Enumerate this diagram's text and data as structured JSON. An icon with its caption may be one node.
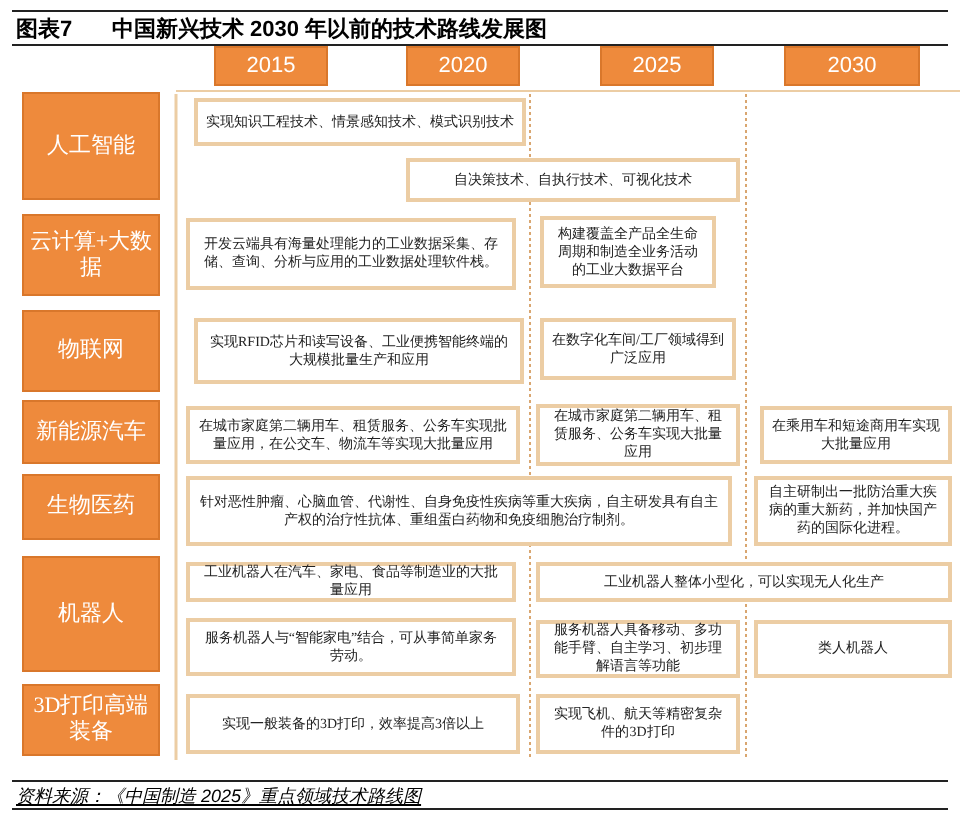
{
  "diagram": {
    "title": "中国新兴技术 2030 年以前的技术路线发展图",
    "caption": "资料来源：《中国制造 2025》重点领域技术路线图",
    "labels": [
      "图表7"
    ],
    "nodes": [
      {
        "text": [
          "2015"
        ]
      },
      {
        "text": [
          "2020"
        ]
      },
      {
        "text": [
          "2025"
        ]
      },
      {
        "text": [
          "2030"
        ]
      },
      {
        "text": [
          "人工智能"
        ]
      },
      {
        "text": [
          "实现知识工程技术、情景感知技术、模式识别技术"
        ]
      },
      {
        "text": [
          "自决策技术、自执行技术、可视化技术"
        ]
      },
      {
        "text": [
          "云计算+大数据"
        ]
      },
      {
        "text": [
          "开发云端具有海量处理能力的工业数据采集、存储、查询、分析与应用的工业数据处理软件栈。"
        ]
      },
      {
        "text": [
          "构建覆盖全产品全生命周期和制造全业务活动的工业大数据平台"
        ]
      },
      {
        "text": [
          "物联网"
        ]
      },
      {
        "text": [
          "实现RFID芯片和读写设备、工业便携智能终端的大规模批量生产和应用"
        ]
      },
      {
        "text": [
          "在数字化车间/工厂领域得到广泛应用"
        ]
      },
      {
        "text": [
          "新能源汽车"
        ]
      },
      {
        "text": [
          "在城市家庭第二辆用车、租赁服务、公务车实现批量应用，在公交车、物流车等实现大批量应用"
        ]
      },
      {
        "text": [
          "在城市家庭第二辆用车、租赁服务、公务车实现大批量应用"
        ]
      },
      {
        "text": [
          "在乘用车和短途商用车实现大批量应用"
        ]
      },
      {
        "text": [
          "生物医药"
        ]
      },
      {
        "text": [
          "针对恶性肿瘤、心脑血管、代谢性、自身免疫性疾病等重大疾病，自主研发具有自主产权的治疗性抗体、重组蛋白药物和免疫细胞治疗制剂。"
        ]
      },
      {
        "text": [
          "自主研制出一批防治重大疾病的重大新药，并加快国产药的国际化进程。"
        ]
      },
      {
        "text": [
          "机器人"
        ]
      },
      {
        "text": [
          "工业机器人在汽车、家电、食品等制造业的大批量应用"
        ]
      },
      {
        "text": [
          "工业机器人整体小型化，可以实现无人化生产"
        ]
      },
      {
        "text": [
          "服务机器人与“智能家电”结合，可从事简单家务劳动。"
        ]
      },
      {
        "text": [
          "服务机器人具备移动、多功能手臂、自主学习、初步理解语言等功能"
        ]
      },
      {
        "text": [
          "类人机器人"
        ]
      },
      {
        "text": [
          "3D打印高端装备"
        ]
      },
      {
        "text": [
          "实现一般装备的3D打印，效率提高3倍以上"
        ]
      },
      {
        "text": [
          "实现飞机、航天等精密复杂件的3D打印"
        ]
      }
    ]
  }
}
